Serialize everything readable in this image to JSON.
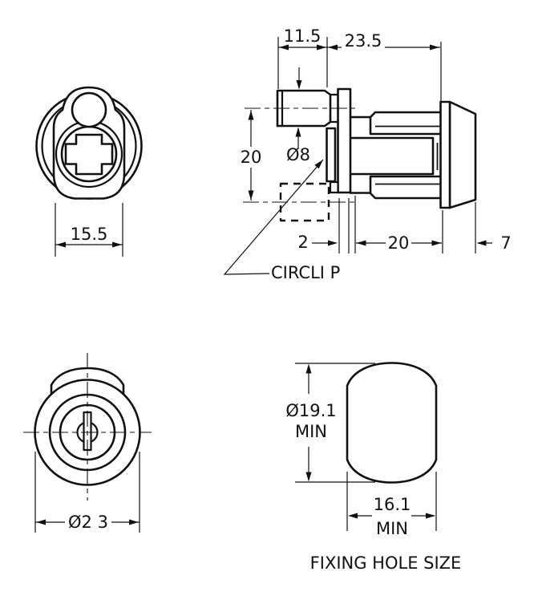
{
  "drawing": {
    "background": "#ffffff",
    "line_color": "#111111",
    "views": {
      "rear": {
        "width_dim": "15.5"
      },
      "side": {
        "pin_length_dim": "11.5",
        "body_length_dim": "23.5",
        "offset_dim": "20",
        "pin_diameter_dim": "Ø8",
        "circlip_groove_dim": "2",
        "barrel_length_dim": "20",
        "head_depth_dim": "7",
        "circlip_label": "CIRCLI P"
      },
      "front": {
        "diameter_dim": "Ø2 3"
      },
      "fixing_hole": {
        "height_dim": "Ø19.1",
        "height_min": "MIN",
        "width_dim": "16.1",
        "width_min": "MIN",
        "caption": "FIXING HOLE SIZE"
      }
    }
  }
}
